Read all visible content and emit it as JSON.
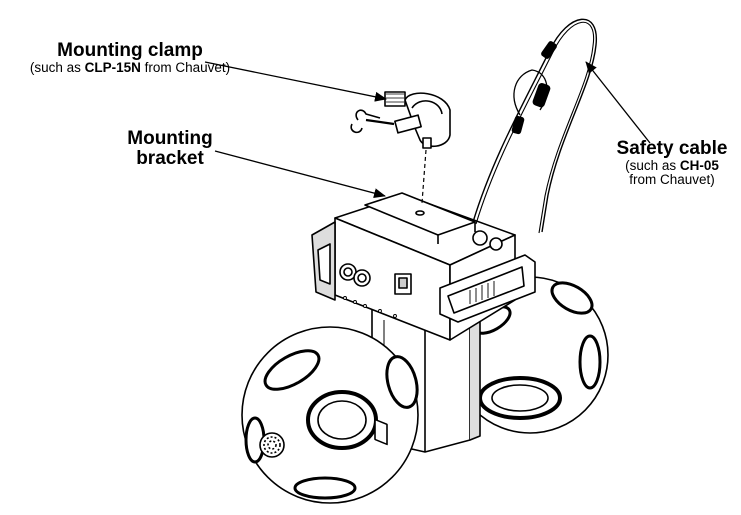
{
  "labels": {
    "mounting_clamp": {
      "title": "Mounting clamp",
      "sub_prefix": "(such as ",
      "sub_model": "CLP-15N",
      "sub_suffix": " from Chauvet)"
    },
    "mounting_bracket": {
      "line1": "Mounting",
      "line2": "bracket"
    },
    "safety_cable": {
      "title": "Safety cable",
      "sub_prefix": "(such as ",
      "sub_model": "CH-05",
      "sub_line2": "from Chauvet)"
    }
  },
  "colors": {
    "line": "#000000",
    "panel": "#ffffff",
    "shade": "#d9d9d9"
  },
  "icons": {
    "clamp": "mounting-clamp-icon",
    "cable": "safety-cable-icon",
    "fixture": "fixture-icon"
  }
}
